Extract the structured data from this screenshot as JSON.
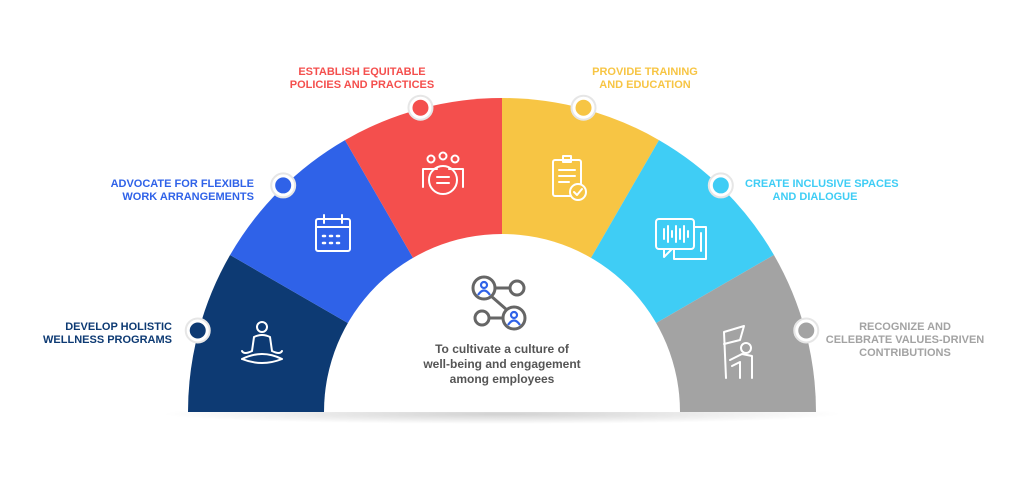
{
  "center": {
    "icon": "people-network-icon",
    "lines": [
      "To cultivate a culture of",
      "well-being and engagement",
      "among employees"
    ]
  },
  "segments": [
    {
      "lines": [
        "Develop Holistic",
        "Wellness Programs"
      ],
      "color": "#0d3a73",
      "icon": "meditation-icon"
    },
    {
      "lines": [
        "Advocate for Flexible",
        "Work Arrangements"
      ],
      "color": "#2f62e8",
      "icon": "calendar-icon"
    },
    {
      "lines": [
        "Establish Equitable",
        "Policies and Practices"
      ],
      "color": "#f44f4d",
      "icon": "team-equality-icon"
    },
    {
      "lines": [
        "Provide Training",
        "and Education"
      ],
      "color": "#f7c544",
      "icon": "clipboard-check-icon"
    },
    {
      "lines": [
        "Create Inclusive Spaces",
        "and Dialogue"
      ],
      "color": "#3fcdf5",
      "icon": "chat-bubbles-icon"
    },
    {
      "lines": [
        "Recognize and",
        "Celebrate Values-Driven",
        "Contributions"
      ],
      "color": "#a3a3a3",
      "icon": "flag-person-icon"
    }
  ]
}
